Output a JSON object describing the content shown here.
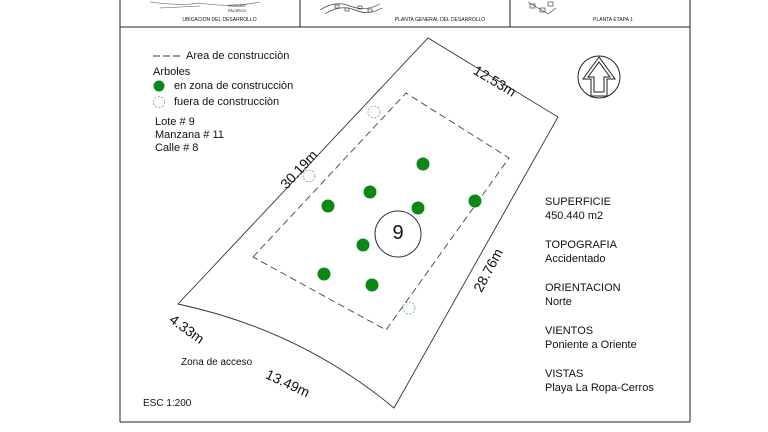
{
  "header_panels": {
    "location_caption": "UBICACION DEL DESARROLLO",
    "ocean_label_1": "OCEANO",
    "ocean_label_2": "PACIFICO",
    "general_plan_caption": "PLANTA GENERAL DEL DESARROLLO",
    "stage_plan_caption": "PLANTA ETAPA 1"
  },
  "legend": {
    "construction_area": "Area de construcciòn",
    "trees_heading": "Arboles",
    "trees_inside": "en zona de construcciòn",
    "trees_outside": "fuera de construcciòn",
    "tree_color": "#0a8a14"
  },
  "lot_info": {
    "lot": "Lote # 9",
    "block": "Manzana # 11",
    "street": "Calle # 8"
  },
  "plan": {
    "lot_number": "9",
    "dimensions": {
      "top": "12.53m",
      "left": "30.19m",
      "right": "28.76m",
      "bottom_left": "4.33m",
      "bottom": "13.49m"
    },
    "access_label": "Zona de acceso",
    "scale": "ESC 1:200",
    "north_icon": "north-arrow-icon"
  },
  "specs": [
    {
      "label": "SUPERFICIE",
      "value": "450.440 m2"
    },
    {
      "label": "TOPOGRAFIA",
      "value": "Accidentado"
    },
    {
      "label": "ORIENTACION",
      "value": "Norte"
    },
    {
      "label": "VIENTOS",
      "value": "Poniente a Oriente"
    },
    {
      "label": "VISTAS",
      "value": "Playa La Ropa-Cerros"
    }
  ]
}
